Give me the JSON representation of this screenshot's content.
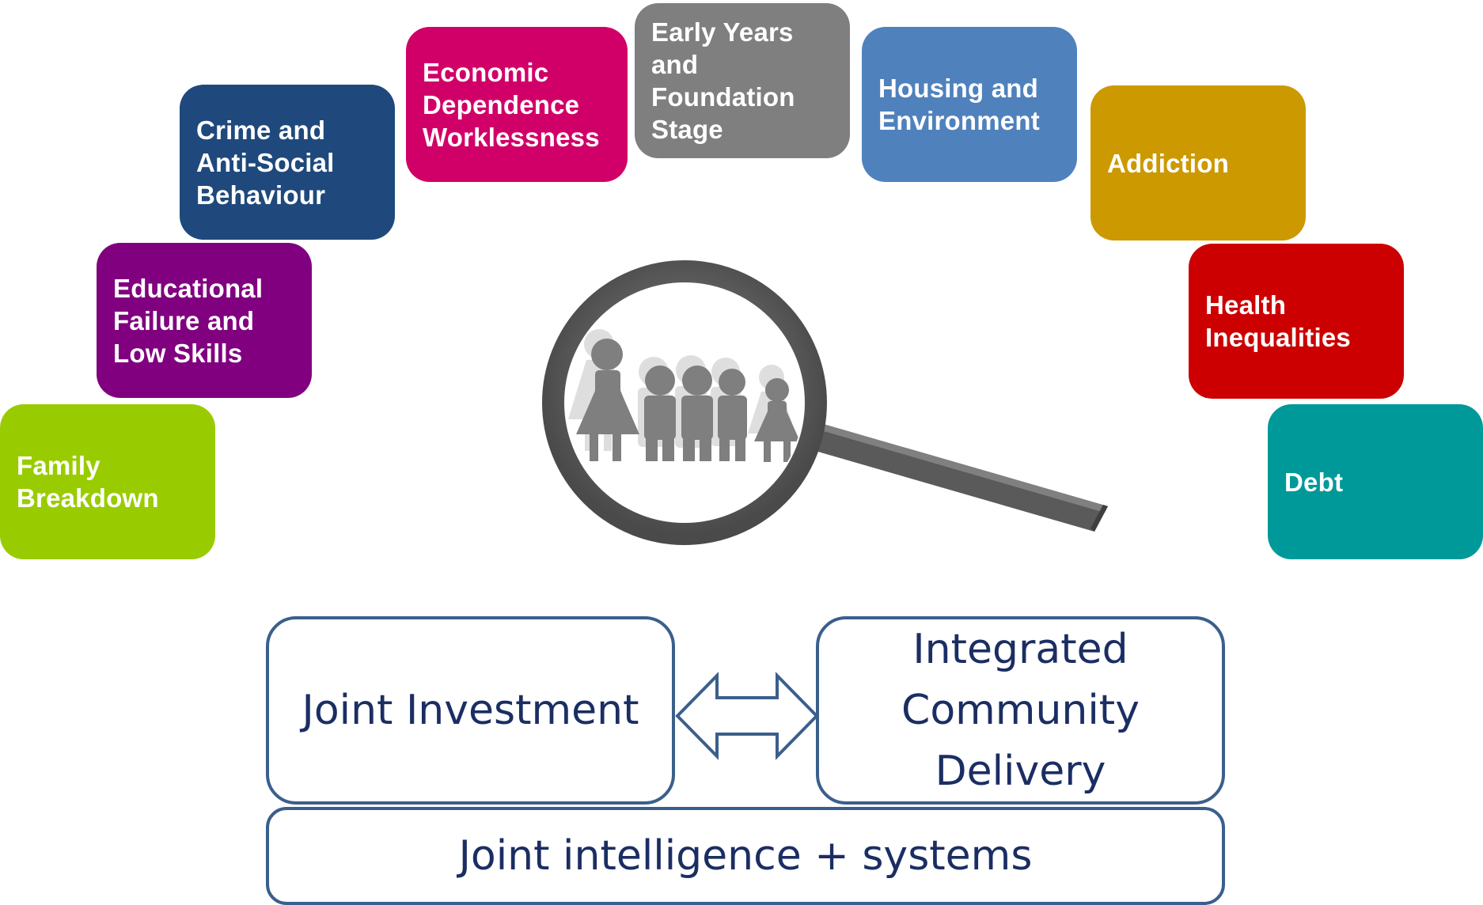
{
  "topics": [
    {
      "id": "family-breakdown",
      "label": "Family\nBreakdown",
      "color": "#99cc00"
    },
    {
      "id": "educational-failure",
      "label": "Educational\nFailure and\nLow Skills",
      "color": "#800080"
    },
    {
      "id": "crime",
      "label": "Crime and\nAnti-Social\nBehaviour",
      "color": "#1f497d"
    },
    {
      "id": "economic-dependence",
      "label": "Economic\nDependence\nWorklessness",
      "color": "#d10068"
    },
    {
      "id": "early-years",
      "label": "Early Years\nand\nFoundation\nStage",
      "color": "#7f7f7f"
    },
    {
      "id": "housing",
      "label": "Housing and\nEnvironment",
      "color": "#4f81bd"
    },
    {
      "id": "addiction",
      "label": "Addiction",
      "color": "#cc9900"
    },
    {
      "id": "health",
      "label": "Health\nInequalities",
      "color": "#cc0000"
    },
    {
      "id": "debt",
      "label": "Debt",
      "color": "#009999"
    }
  ],
  "center_icon": "magnifying-glass-family-icon",
  "connector_icon": "double-arrow-icon",
  "boxes": {
    "joint_investment": "Joint Investment",
    "integrated_delivery": "Integrated\nCommunity\nDelivery",
    "joint_intelligence": "Joint intelligence + systems"
  },
  "colors": {
    "box_border": "#3b5f8c",
    "box_text": "#1b2e63",
    "magnifier": "#595959",
    "figures": "#7f7f7f"
  }
}
